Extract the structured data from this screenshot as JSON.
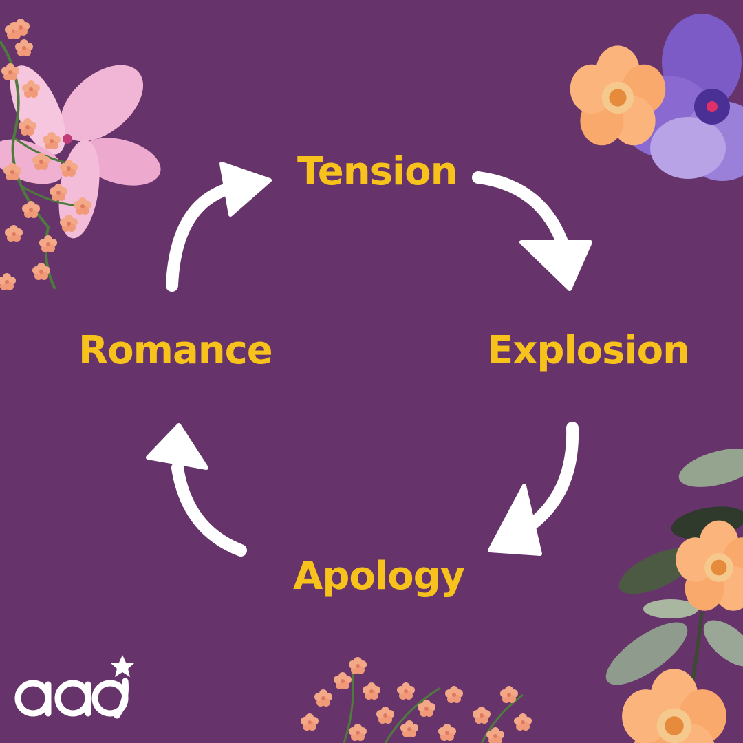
{
  "diagram": {
    "type": "cycle",
    "stages": [
      {
        "id": "tension",
        "label": "Tension"
      },
      {
        "id": "explosion",
        "label": "Explosion"
      },
      {
        "id": "apology",
        "label": "Apology"
      },
      {
        "id": "romance",
        "label": "Romance"
      }
    ],
    "edges": [
      {
        "from": "tension",
        "to": "explosion"
      },
      {
        "from": "explosion",
        "to": "apology"
      },
      {
        "from": "apology",
        "to": "romance"
      },
      {
        "from": "romance",
        "to": "tension"
      }
    ]
  },
  "colors": {
    "background": "#66346a",
    "label": "#f7c21b",
    "arrow": "#ffffff"
  },
  "logo": {
    "text": "aad",
    "icon": "star-icon"
  },
  "decorations": [
    "pink-lily-flower-icon",
    "peach-flower-icon",
    "purple-pansy-flower-icon",
    "leaf-icon",
    "small-blossom-cluster-icon"
  ]
}
